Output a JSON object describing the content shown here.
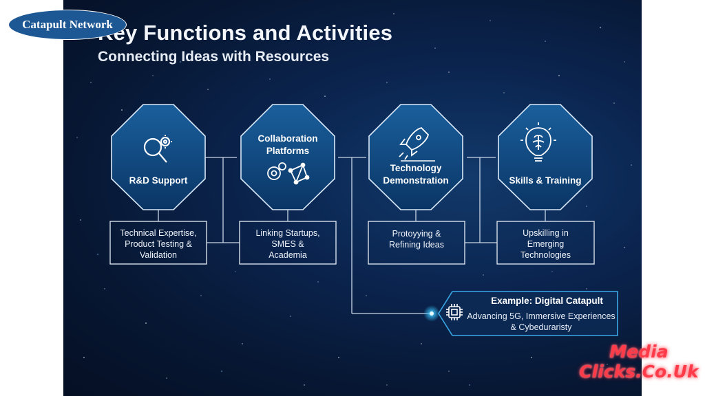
{
  "header": {
    "title": "Key Functions and Activities",
    "subtitle": "Connecting Ideas with Resources"
  },
  "badge": {
    "label": "Catapult Network"
  },
  "functions": [
    {
      "label": "R&D Support",
      "icon": "magnifier-gear-icon",
      "detail": [
        "Technical Expertise,",
        "Product Testing &",
        "Validation"
      ]
    },
    {
      "label": "Collaboration Platforms",
      "label_lines": [
        "Collaboration",
        "Platforms"
      ],
      "icon": "gears-network-icon",
      "detail": [
        "Linking Startups,",
        "SMES &",
        "Academia"
      ]
    },
    {
      "label": "Technology Demonstration",
      "label_lines": [
        "Technology",
        "Demonstration"
      ],
      "icon": "rocket-icon",
      "detail": [
        "Protoyying &",
        "Refining Ideas"
      ]
    },
    {
      "label": "Skills & Training",
      "icon": "lightbulb-brain-icon",
      "detail": [
        "Upskilling in",
        "Emerging",
        "Technologies"
      ]
    }
  ],
  "example": {
    "title": "Example: Digital Catapult",
    "text_lines": [
      "Advancing 5G, Immersive Experiences",
      "& Cybeduraristy"
    ],
    "icon": "chip-icon"
  },
  "watermark": {
    "line1": "Media",
    "line2": "Clicks.Co.Uk"
  },
  "colors": {
    "background": "#0b2550",
    "octagon_fill": "#0e4a80",
    "octagon_stroke": "#d8e8f8",
    "line": "#c9d6e6",
    "accent_glow": "#39c6ff",
    "badge": "#1d5794",
    "watermark": "#ff3b49"
  }
}
